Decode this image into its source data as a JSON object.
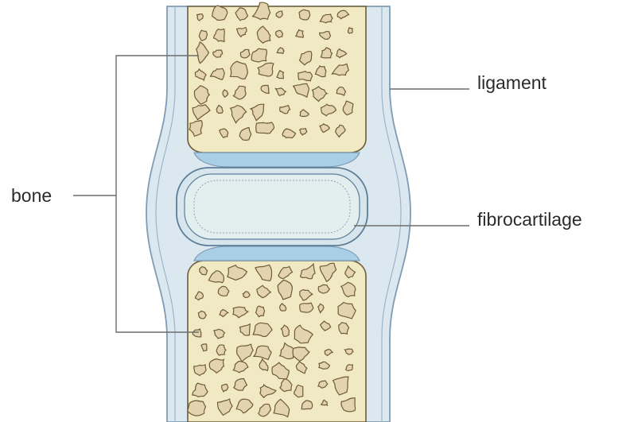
{
  "labels": {
    "bone": "bone",
    "ligament": "ligament",
    "fibrocartilage": "fibrocartilage"
  },
  "colors": {
    "background": "#ffffff",
    "ligament_fill": "#dbe8f0",
    "ligament_outline": "#7f9cb4",
    "bone_fill": "#f1e9c4",
    "bone_outline": "#6f5c36",
    "bone_pore": "#e3d3ae",
    "cartilage_cap": "#a9cfe6",
    "disc_fill": "#e3eeef",
    "leader_line": "#6d6d6d",
    "label_text": "#2b2b2b"
  }
}
